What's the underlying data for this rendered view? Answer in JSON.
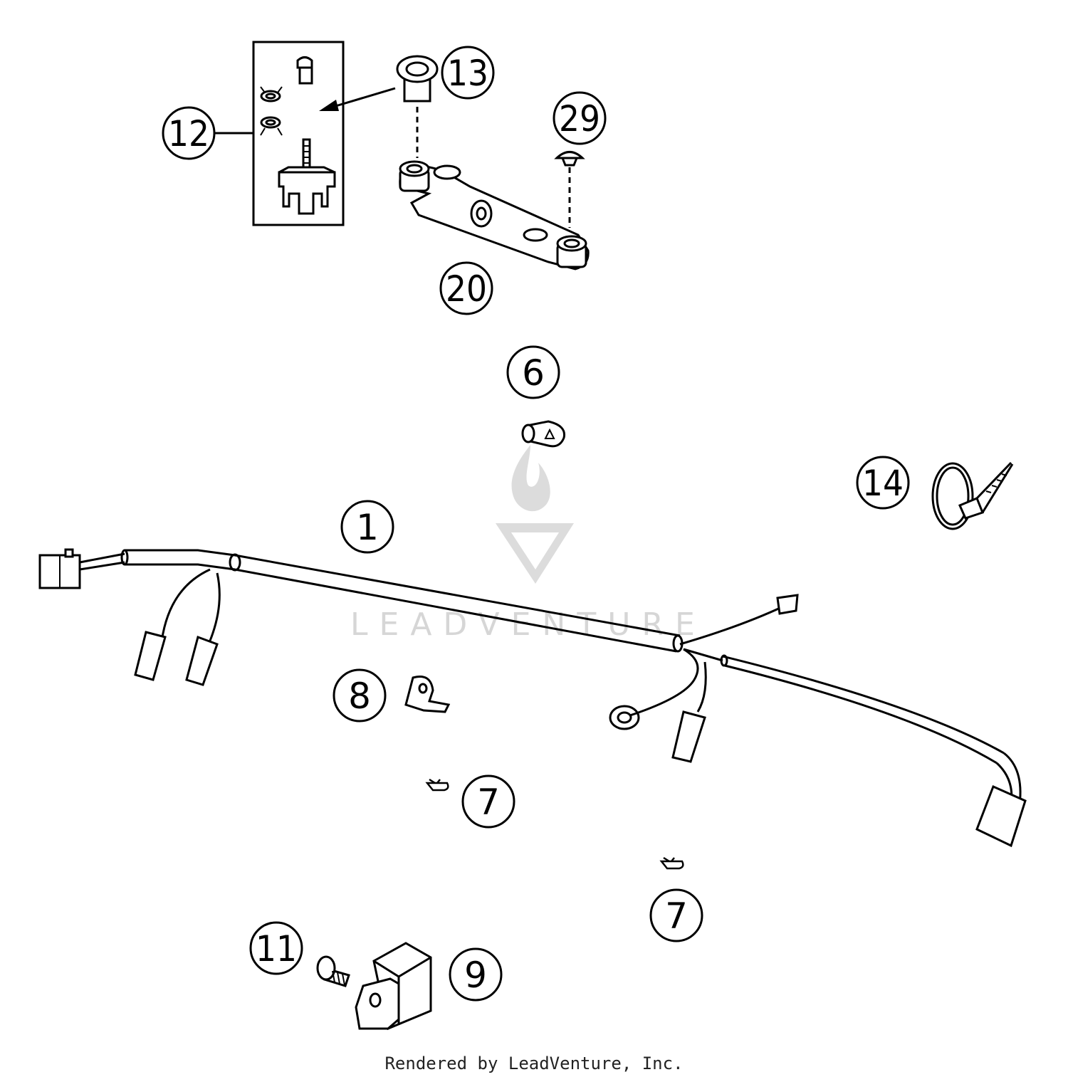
{
  "callouts": {
    "c1": "1",
    "c6": "6",
    "c7a": "7",
    "c7b": "7",
    "c8": "8",
    "c9": "9",
    "c11": "11",
    "c12": "12",
    "c13": "13",
    "c14": "14",
    "c20": "20",
    "c29": "29"
  },
  "watermark": {
    "text": "LEADVENTURE",
    "icon": "flame-v-logo"
  },
  "footer": {
    "text": "Rendered by LeadVenture, Inc."
  },
  "colors": {
    "line": "#000000",
    "watermark": "#d6d6d6",
    "background": "#ffffff"
  }
}
